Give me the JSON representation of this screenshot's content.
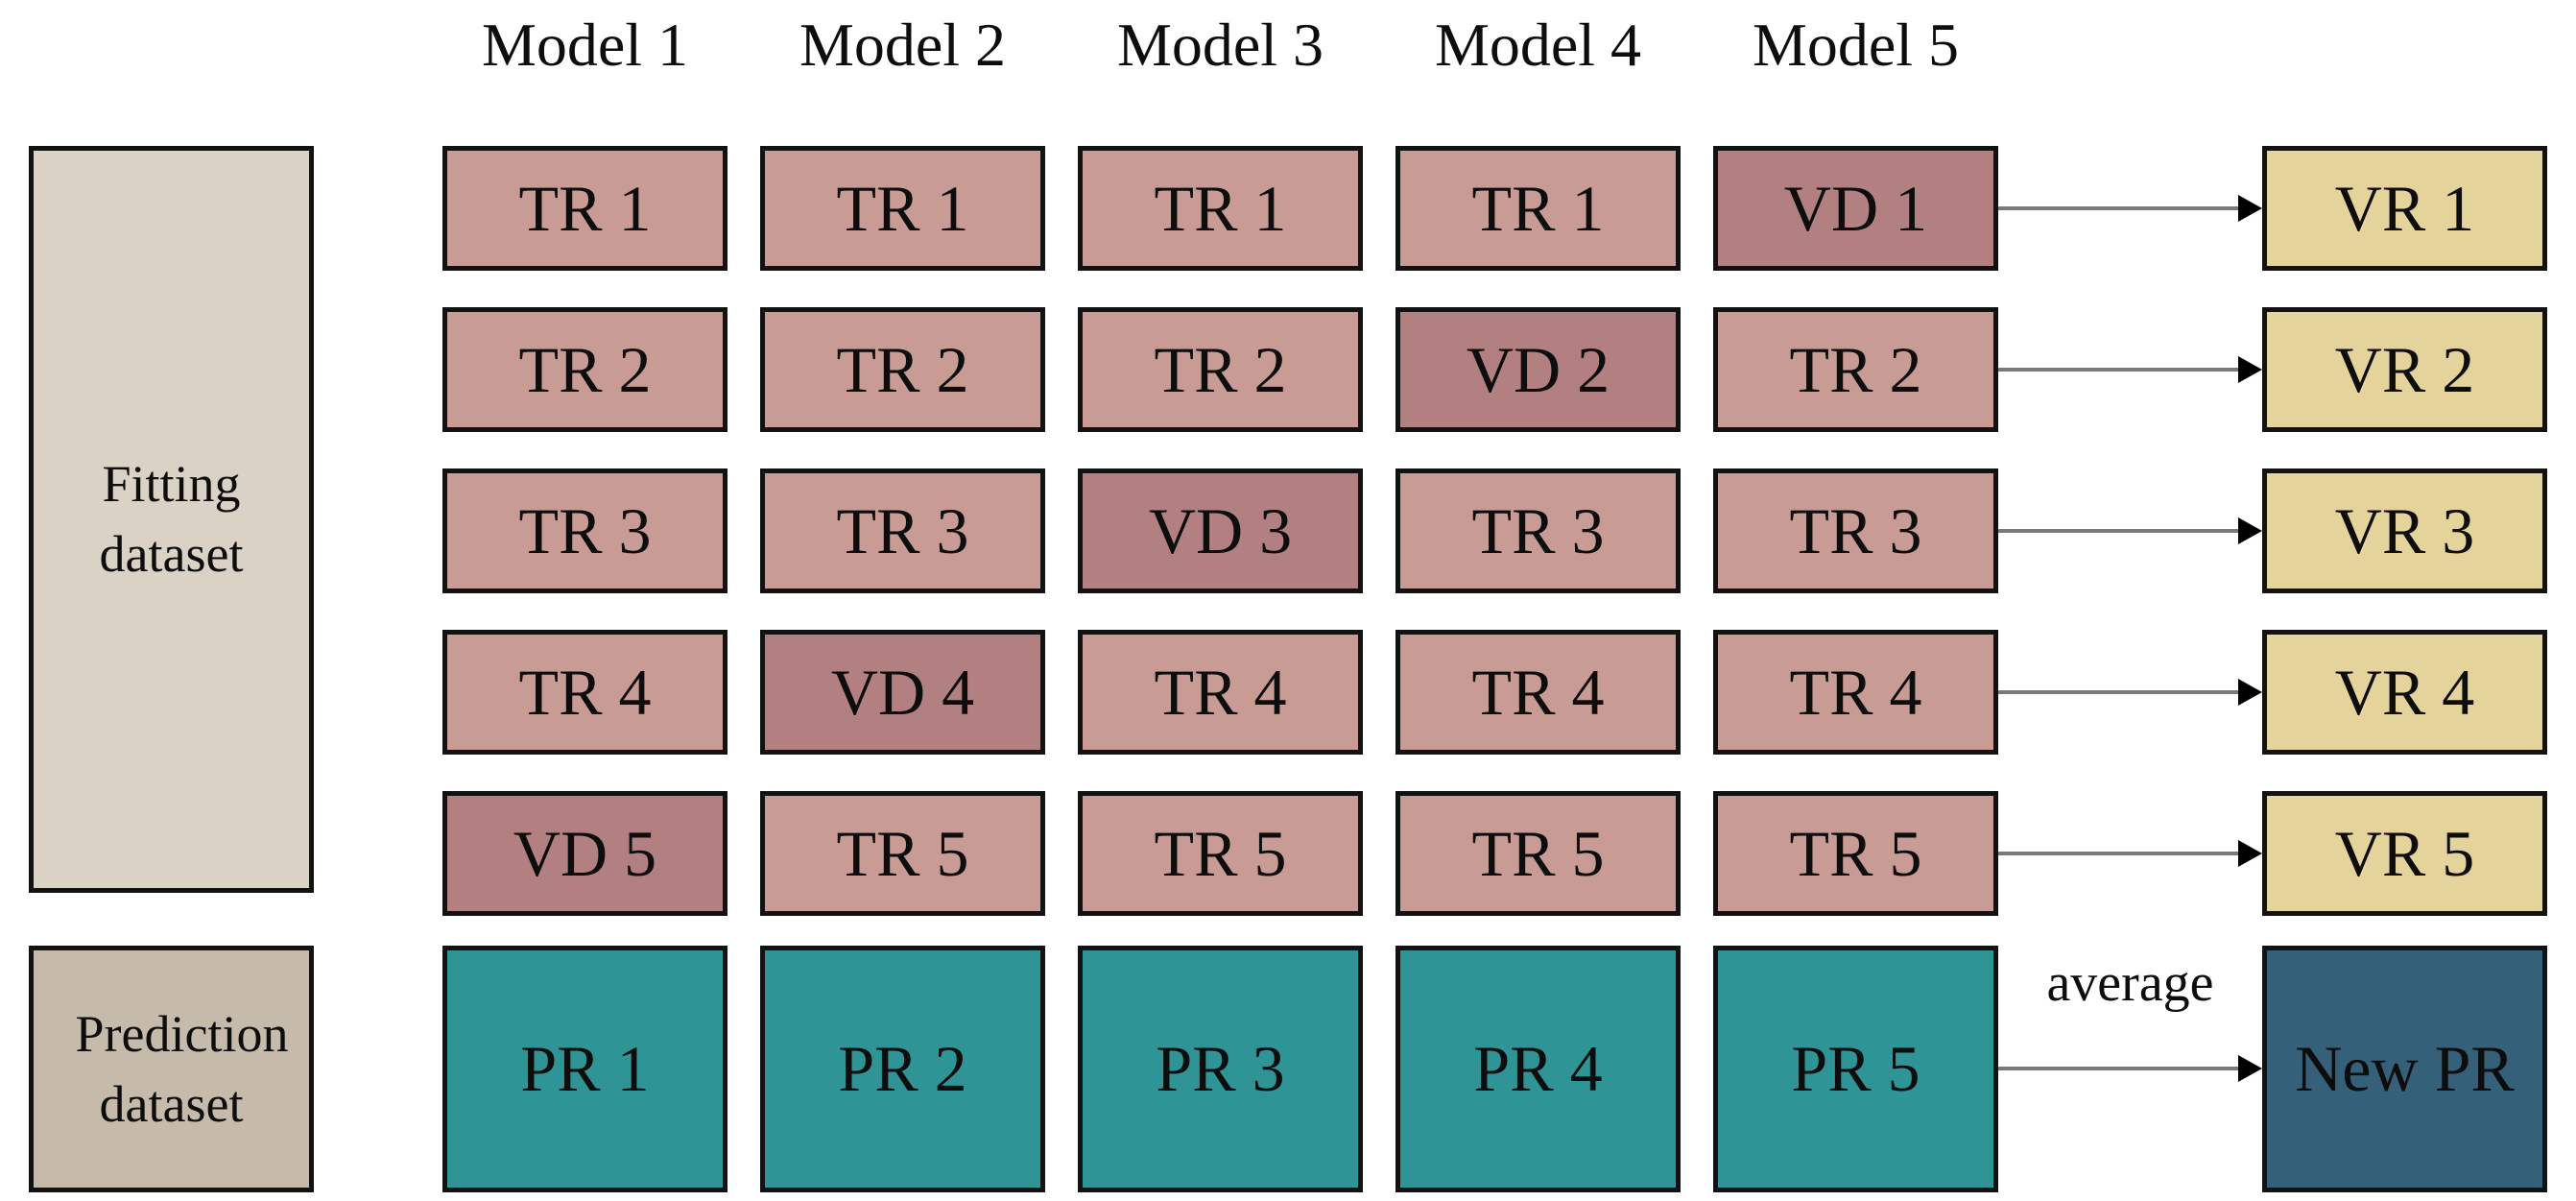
{
  "grid": {
    "columns": [
      {
        "model": "Model 1",
        "cells": [
          {
            "label": "TR 1",
            "type": "TR"
          },
          {
            "label": "TR 2",
            "type": "TR"
          },
          {
            "label": "TR 3",
            "type": "TR"
          },
          {
            "label": "TR 4",
            "type": "TR"
          },
          {
            "label": "VD 5",
            "type": "VD"
          }
        ]
      },
      {
        "model": "Model 2",
        "cells": [
          {
            "label": "TR 1",
            "type": "TR"
          },
          {
            "label": "TR 2",
            "type": "TR"
          },
          {
            "label": "TR 3",
            "type": "TR"
          },
          {
            "label": "VD 4",
            "type": "VD"
          },
          {
            "label": "TR 5",
            "type": "TR"
          }
        ]
      },
      {
        "model": "Model 3",
        "cells": [
          {
            "label": "TR 1",
            "type": "TR"
          },
          {
            "label": "TR 2",
            "type": "TR"
          },
          {
            "label": "VD 3",
            "type": "VD"
          },
          {
            "label": "TR 4",
            "type": "TR"
          },
          {
            "label": "TR 5",
            "type": "TR"
          }
        ]
      },
      {
        "model": "Model 4",
        "cells": [
          {
            "label": "TR 1",
            "type": "TR"
          },
          {
            "label": "VD 2",
            "type": "VD"
          },
          {
            "label": "TR 3",
            "type": "TR"
          },
          {
            "label": "TR 4",
            "type": "TR"
          },
          {
            "label": "TR 5",
            "type": "TR"
          }
        ]
      },
      {
        "model": "Model 5",
        "cells": [
          {
            "label": "VD 1",
            "type": "VD"
          },
          {
            "label": "TR 2",
            "type": "TR"
          },
          {
            "label": "TR 3",
            "type": "TR"
          },
          {
            "label": "TR 4",
            "type": "TR"
          },
          {
            "label": "TR 5",
            "type": "TR"
          }
        ]
      }
    ]
  },
  "datasets": {
    "fitting_label": "Fitting dataset",
    "prediction_label": "Prediction dataset"
  },
  "validation": {
    "boxes": [
      "VR 1",
      "VR 2",
      "VR 3",
      "VR 4",
      "VR 5"
    ]
  },
  "prediction_row": {
    "boxes": [
      "PR 1",
      "PR 2",
      "PR 3",
      "PR 4",
      "PR 5"
    ],
    "new_box": "New PR",
    "arrow_label": "average"
  },
  "colors": {
    "tr": "#C99B95",
    "vd": "#B28080",
    "vr": "#E4D49B",
    "pr": "#2F9496",
    "newpr": "#35607A",
    "fit": "#DAD2C5",
    "pred": "#C6BBAB",
    "border": "#121212",
    "arrow": "#7a7a7a",
    "text": "#0d0d0d"
  }
}
